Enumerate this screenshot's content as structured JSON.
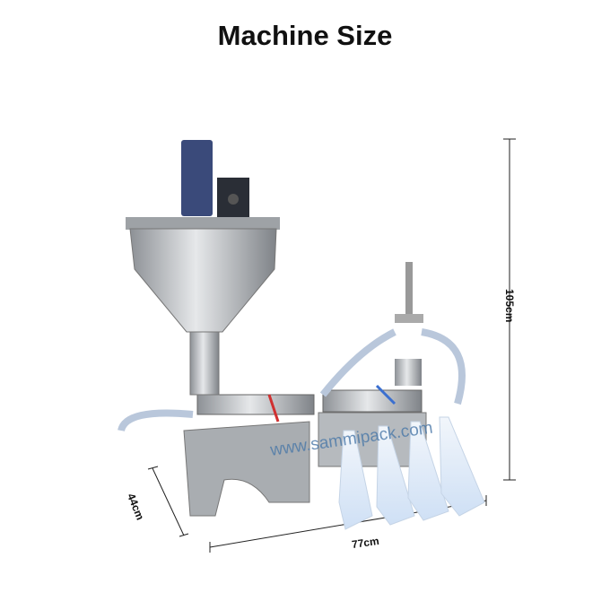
{
  "title": "Machine Size",
  "dimensions": {
    "height": "105cm",
    "depth": "44cm",
    "width": "77cm"
  },
  "watermark": "www.sammipack.com",
  "colors": {
    "steel": "#b8bcc0",
    "motor": "#3a4a7a",
    "tube_red": "#d03030",
    "tube_blue": "#3a6fd0",
    "watermark": "#4a78a8"
  }
}
